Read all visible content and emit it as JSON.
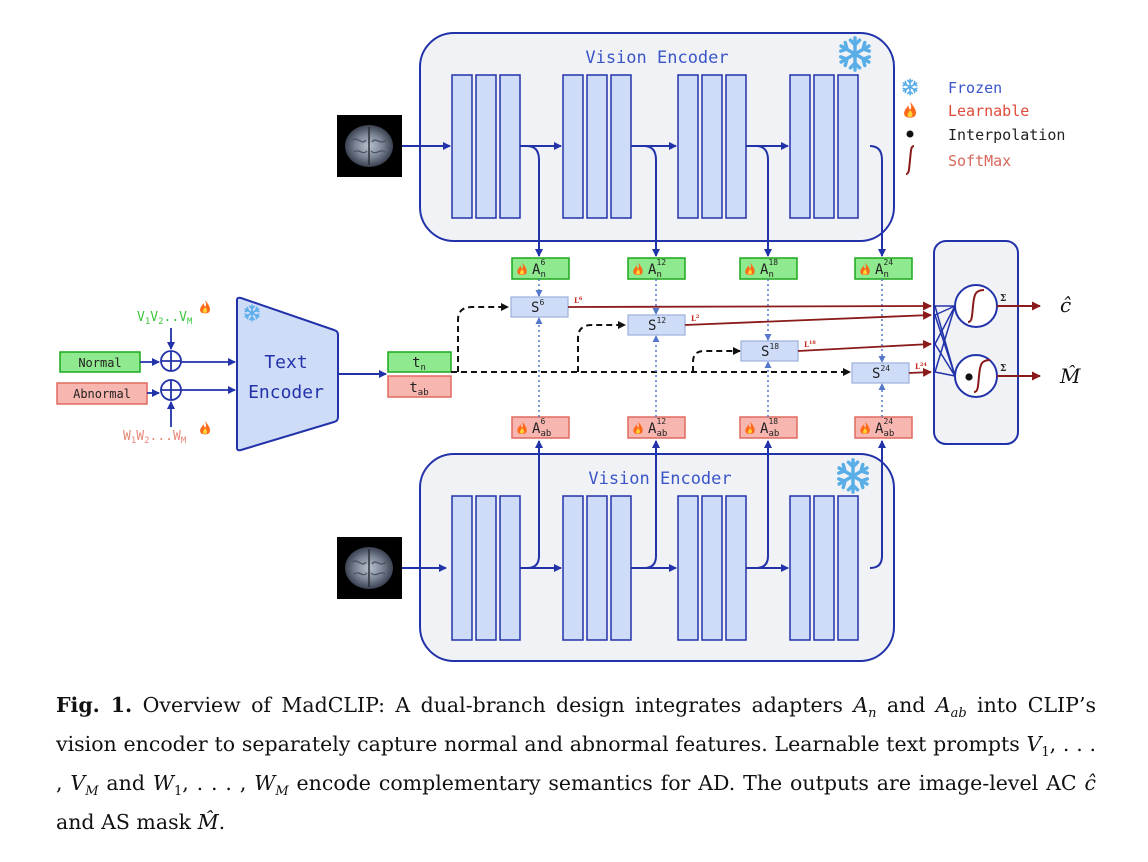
{
  "vision_encoder_top": {
    "title": "Vision Encoder"
  },
  "vision_encoder_bottom": {
    "title": "Vision Encoder"
  },
  "text_encoder": {
    "line1": "Text",
    "line2": "Encoder"
  },
  "legend": {
    "frozen": "Frozen",
    "learnable": "Learnable",
    "interpolation": "Interpolation",
    "softmax": "SoftMax"
  },
  "prompts": {
    "normal": "Normal",
    "abnormal": "Abnormal",
    "v_prompt": {
      "base": "V",
      "s1": "1",
      "mid": "V",
      "s2": "2",
      "dots": "..V",
      "sM": "M"
    },
    "w_prompt": {
      "base": "W",
      "s1": "1",
      "mid": "W",
      "s2": "2",
      "dots": "...W",
      "sM": "M"
    }
  },
  "text_outputs": {
    "tn": {
      "base": "t",
      "sub": "n"
    },
    "tab": {
      "base": "t",
      "sub": "ab"
    }
  },
  "adapters_normal": [
    {
      "base": "A",
      "sub": "n",
      "sup": "6"
    },
    {
      "base": "A",
      "sub": "n",
      "sup": "12"
    },
    {
      "base": "A",
      "sub": "n",
      "sup": "18"
    },
    {
      "base": "A",
      "sub": "n",
      "sup": "24"
    }
  ],
  "adapters_abnormal": [
    {
      "base": "A",
      "sub": "ab",
      "sup": "6"
    },
    {
      "base": "A",
      "sub": "ab",
      "sup": "12"
    },
    {
      "base": "A",
      "sub": "ab",
      "sup": "18"
    },
    {
      "base": "A",
      "sub": "ab",
      "sup": "24"
    }
  ],
  "similarity": [
    {
      "base": "S",
      "sup": "6",
      "out": "6"
    },
    {
      "base": "S",
      "sup": "12",
      "out": "2"
    },
    {
      "base": "S",
      "sup": "18",
      "out": "18"
    },
    {
      "base": "S",
      "sup": "24",
      "out": "24"
    }
  ],
  "outputs": {
    "c_hat": "ĉ",
    "m_hat": "M̂",
    "sigma": "Σ"
  },
  "caption": {
    "label": "Fig. 1.",
    "text": "Overview of MadCLIP: A dual-branch design integrates adapters A_n and A_ab into CLIP’s vision encoder to separately capture normal and abnormal features. Learnable text prompts V_1, . . . , V_M and W_1, . . . , W_M encode complementary semantics for AD. The outputs are image-level AC ĉ and AS mask M̂."
  },
  "colors": {
    "blue_dark": "#2233aa",
    "blue_light": "#cfdcf8",
    "panel_bg": "#f1f2f6",
    "green_fill": "#8fea8f",
    "green_stroke": "#1ca81c",
    "red_fill": "#f8b6b0",
    "red_stroke": "#e06a60",
    "dark_red": "#8b1a1a",
    "snow": "#5aaee8",
    "flame": "#ff6a1a"
  }
}
